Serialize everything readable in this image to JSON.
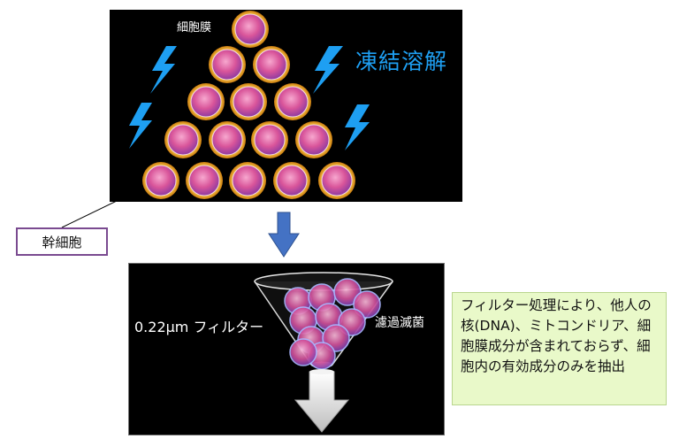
{
  "labels": {
    "membrane": "細胞膜",
    "freeze_thaw": "凍結溶解",
    "stem_cell": "幹細胞",
    "filter": "0.22μm フィルター",
    "sterilization": "濾過滅菌"
  },
  "note": {
    "text": "フィルター処理により、他人の核(DNA)、ミトコンドリア、細胞膜成分が含まれておらず、細胞内の有効成分のみを抽出"
  },
  "colors": {
    "panel_bg": "#000000",
    "accent_blue": "#1e9ff2",
    "cell_rim": "#f0a020",
    "cell_inner": "#e35fa0",
    "arrow_blue": "#4472c4",
    "note_bg": "#e9f9c9"
  },
  "icons": {
    "lightning": "lightning-bolt-icon",
    "down_arrow": "down-arrow-icon"
  }
}
